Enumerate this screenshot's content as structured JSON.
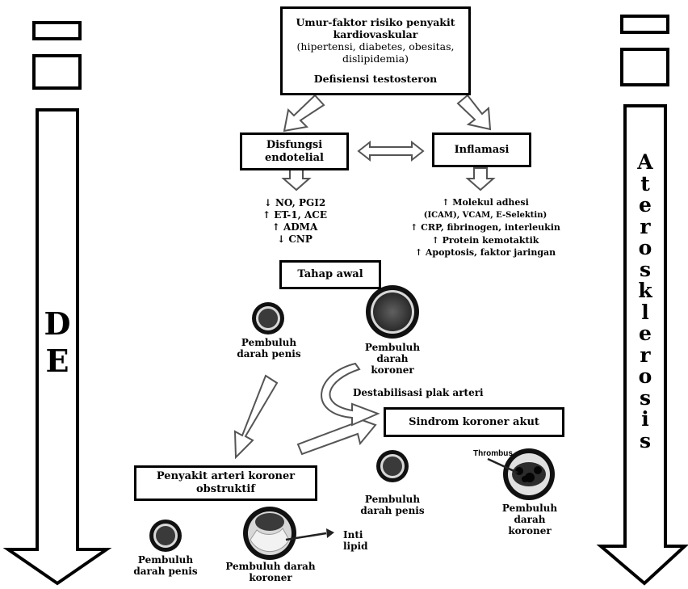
{
  "top_box": {
    "title": "Umur-faktor risiko penyakit kardiovaskular",
    "detail": "(hipertensi, diabetes, obesitas, dislipidemia)",
    "subtitle": "Defisiensi testosteron"
  },
  "endothelial_box": "Disfungsi\nendotelial",
  "inflammation_box": "Inflamasi",
  "endothelial_markers": [
    "↓ NO, PGI2",
    "↑ ET-1, ACE",
    "↑ ADMA",
    "↓ CNP"
  ],
  "inflammation_markers": [
    "↑ Molekul adhesi",
    "(ICAM), VCAM, E-Selektin)",
    "↑ CRP, fibrinogen, interleukin",
    "↑ Protein kemotaktik",
    "↑ Apoptosis, faktor jaringan"
  ],
  "early_stage_box": "Tahap awal",
  "early_penile_label": "Pembuluh\ndarah penis",
  "early_coronary_label": "Pembuluh\ndarah\nkoroner",
  "destabilization_label": "Destabilisasi plak arteri",
  "acs_box": "Sindrom koroner akut",
  "acs_penile_label": "Pembuluh\ndarah penis",
  "thrombus_label": "Thrombus",
  "acs_coronary_label": "Pembuluh\ndarah\nkoroner",
  "cad_box": "Penyakit arteri koroner\nobstruktif",
  "cad_penile_label": "Pembuluh\ndarah penis",
  "cad_coronary_label": "Pembuluh darah\nkoroner",
  "lipid_label": "Inti\nlipid",
  "left_arrow_text": [
    "D",
    "E"
  ],
  "right_arrow_text": [
    "A",
    "t",
    "e",
    "r",
    "o",
    "s",
    "k",
    "l",
    "e",
    "r",
    "o",
    "s",
    "i",
    "s"
  ]
}
